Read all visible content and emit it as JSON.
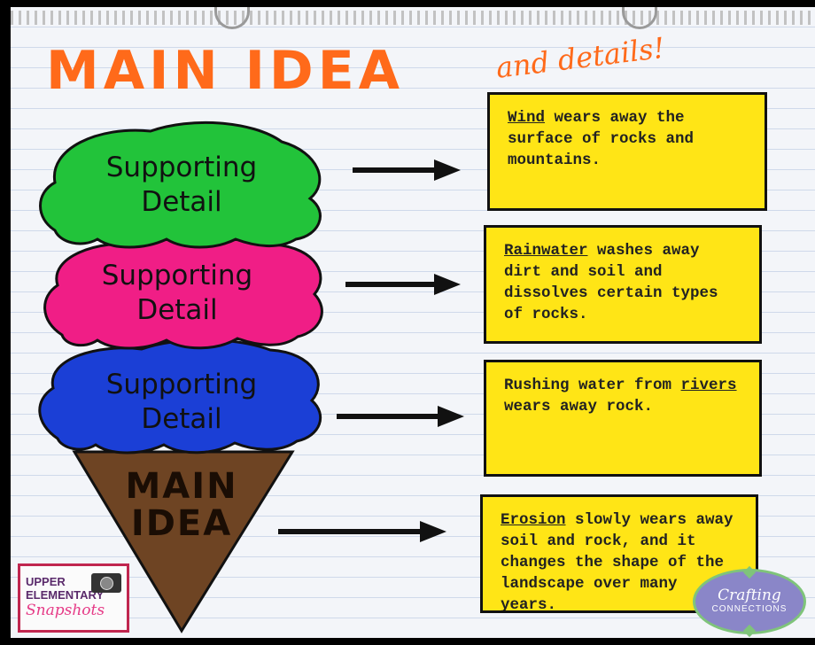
{
  "title": "MAIN IDEA",
  "subtitle": "and details!",
  "scoops": [
    {
      "label_line1": "Supporting",
      "label_line2": "Detail",
      "color": "#22c33a"
    },
    {
      "label_line1": "Supporting",
      "label_line2": "Detail",
      "color": "#f01e86"
    },
    {
      "label_line1": "Supporting",
      "label_line2": "Detail",
      "color": "#1b3fd6"
    }
  ],
  "cone": {
    "label_line1": "MAIN",
    "label_line2": "IDEA",
    "color": "#6e4423"
  },
  "details": [
    {
      "keyword": "Wind",
      "before": "",
      "after": " wears away the surface of rocks and mountains."
    },
    {
      "keyword": "Rainwater",
      "before": "",
      "after": " washes away dirt and soil and dissolves certain types of rocks."
    },
    {
      "keyword": "rivers",
      "before": "Rushing water from ",
      "after": " wears away rock."
    },
    {
      "keyword": "Erosion",
      "before": "",
      "after": " slowly wears away soil and rock, and it changes the shape of the landscape over many years."
    }
  ],
  "logos": {
    "left_line1": "UPPER",
    "left_line2": "ELEMENTARY",
    "left_line3": "Snapshots",
    "right_line1": "Crafting",
    "right_line2": "CONNECTIONS"
  },
  "colors": {
    "title": "#ff6a1a",
    "box": "#ffe516",
    "ink": "#111111",
    "paper": "#f3f5f9"
  }
}
